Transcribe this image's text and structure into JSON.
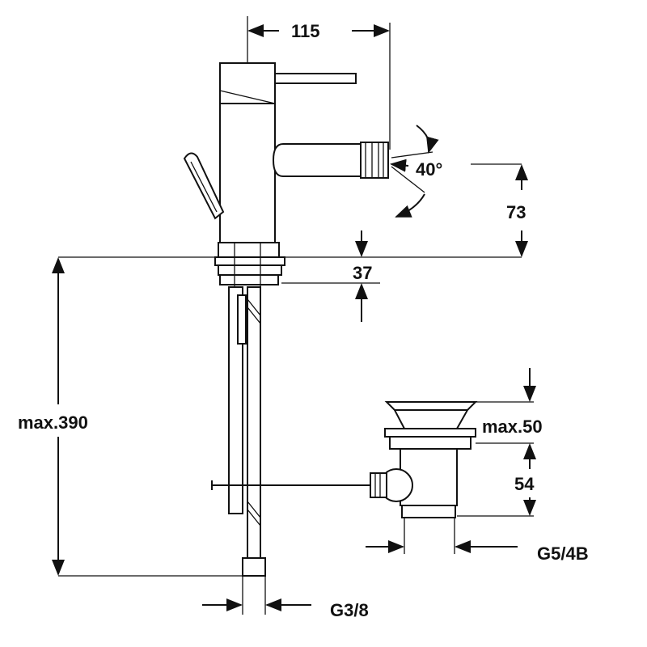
{
  "title": "Bidet mixer technical drawing",
  "dimensions": {
    "width_115": "115",
    "angle_40": "40°",
    "height_73": "73",
    "base_37": "37",
    "max_390": "max.390",
    "max_50": "max.50",
    "drain_54": "54",
    "thread_drain": "G5/4B",
    "thread_hose": "G3/8"
  },
  "colors": {
    "line": "#111111",
    "background": "#ffffff"
  }
}
